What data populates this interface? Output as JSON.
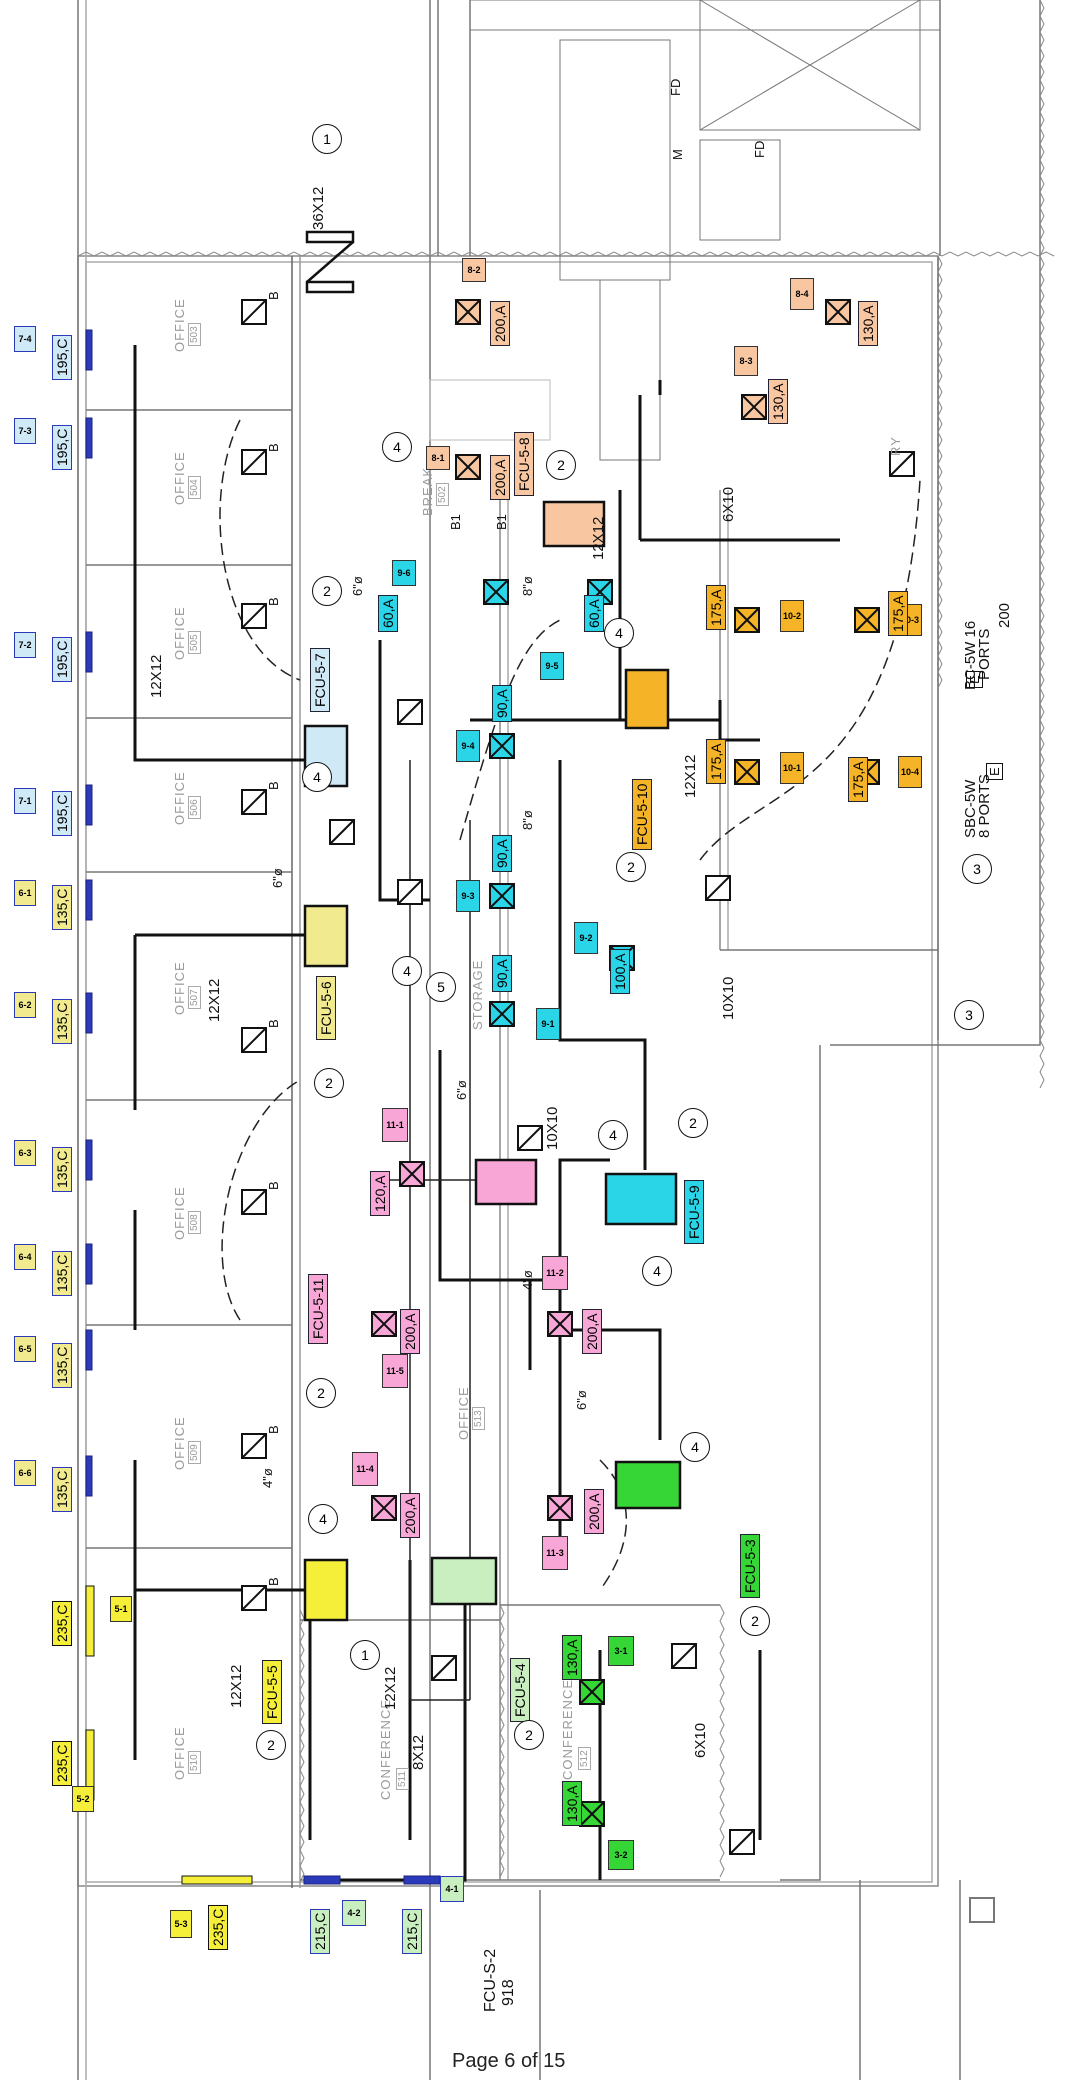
{
  "colors": {
    "yellow": "#f5ef3a",
    "cyan": "#2ad5e8",
    "light_blue": "#cfe9f7",
    "orange": "#f5b428",
    "peach": "#f8c7a2",
    "pink": "#f7a6d6",
    "green": "#35d635",
    "light_green": "#c9efc0",
    "khaki": "#f1ea8e",
    "duct_blue": "#2a3ab8"
  },
  "rooms": [
    {
      "label": "OFFICE",
      "number": "503"
    },
    {
      "label": "OFFICE",
      "number": "504"
    },
    {
      "label": "OFFICE",
      "number": "505"
    },
    {
      "label": "OFFICE",
      "number": "506"
    },
    {
      "label": "OFFICE",
      "number": "507"
    },
    {
      "label": "OFFICE",
      "number": "508"
    },
    {
      "label": "OFFICE",
      "number": "509"
    },
    {
      "label": "OFFICE",
      "number": "510"
    },
    {
      "label": "CONFERENCE",
      "number": "511"
    },
    {
      "label": "CONFERENCE",
      "number": "512"
    },
    {
      "label": "BREAK",
      "number": "502"
    },
    {
      "label": "STORAGE",
      "number": ""
    },
    {
      "label": "OFFICE",
      "number": "513"
    }
  ],
  "fcu_units": [
    {
      "name": "FCU-5-3",
      "color": "green"
    },
    {
      "name": "FCU-5-4",
      "color": "light_green"
    },
    {
      "name": "FCU-5-5",
      "color": "yellow"
    },
    {
      "name": "FCU-5-6",
      "color": "khaki"
    },
    {
      "name": "FCU-5-7",
      "color": "light_blue"
    },
    {
      "name": "FCU-5-8",
      "color": "peach"
    },
    {
      "name": "FCU-5-9",
      "color": "cyan"
    },
    {
      "name": "FCU-5-10",
      "color": "orange"
    },
    {
      "name": "FCU-5-11",
      "color": "pink"
    },
    {
      "name": "FCU-S-2",
      "color": "white"
    }
  ],
  "outlets": [
    {
      "tag": "7-4",
      "flow": "195,C",
      "color": "light_blue"
    },
    {
      "tag": "7-3",
      "flow": "195,C",
      "color": "light_blue"
    },
    {
      "tag": "7-2",
      "flow": "195,C",
      "color": "light_blue"
    },
    {
      "tag": "7-1",
      "flow": "195,C",
      "color": "light_blue"
    },
    {
      "tag": "6-1",
      "flow": "135,C",
      "color": "khaki"
    },
    {
      "tag": "6-2",
      "flow": "135,C",
      "color": "khaki"
    },
    {
      "tag": "6-3",
      "flow": "135,C",
      "color": "khaki"
    },
    {
      "tag": "6-4",
      "flow": "135,C",
      "color": "khaki"
    },
    {
      "tag": "6-5",
      "flow": "135,C",
      "color": "khaki"
    },
    {
      "tag": "6-6",
      "flow": "135,C",
      "color": "khaki"
    },
    {
      "tag": "5-1",
      "flow": "235,C",
      "color": "yellow"
    },
    {
      "tag": "5-2",
      "flow": "235,C",
      "color": "yellow"
    },
    {
      "tag": "5-3",
      "flow": "235,C",
      "color": "yellow"
    },
    {
      "tag": "4-2",
      "flow": "215,C",
      "color": "light_green"
    },
    {
      "tag": "4-1",
      "flow": "215,C",
      "color": "light_green"
    },
    {
      "tag": "8-2",
      "flow": "200,A",
      "color": "peach"
    },
    {
      "tag": "8-4",
      "flow": "130,A",
      "color": "peach"
    },
    {
      "tag": "8-3",
      "flow": "130,A",
      "color": "peach"
    },
    {
      "tag": "8-1",
      "flow": "200,A",
      "color": "peach"
    },
    {
      "tag": "9-6",
      "flow": "60,A",
      "color": "cyan"
    },
    {
      "tag": "9-5",
      "flow": "60,A",
      "color": "cyan"
    },
    {
      "tag": "9-4",
      "flow": "90,A",
      "color": "cyan"
    },
    {
      "tag": "9-3",
      "flow": "90,A",
      "color": "cyan"
    },
    {
      "tag": "9-2",
      "flow": "100,A",
      "color": "cyan"
    },
    {
      "tag": "9-1",
      "flow": "90,A",
      "color": "cyan"
    },
    {
      "tag": "10-2",
      "flow": "175,A",
      "color": "orange"
    },
    {
      "tag": "10-3",
      "flow": "175,A",
      "color": "orange"
    },
    {
      "tag": "10-1",
      "flow": "175,A",
      "color": "orange"
    },
    {
      "tag": "10-4",
      "flow": "175,A",
      "color": "orange"
    },
    {
      "tag": "11-1",
      "flow": "120,A",
      "color": "pink"
    },
    {
      "tag": "11-2",
      "flow": "200,A",
      "color": "pink"
    },
    {
      "tag": "11-5",
      "flow": "200,A",
      "color": "pink"
    },
    {
      "tag": "11-4",
      "flow": "200,A",
      "color": "pink"
    },
    {
      "tag": "11-3",
      "flow": "200,A",
      "color": "pink"
    },
    {
      "tag": "3-1",
      "flow": "130,A",
      "color": "green"
    },
    {
      "tag": "3-2",
      "flow": "130,A",
      "color": "green"
    }
  ],
  "duct_sizes": [
    "36X12",
    "12X12",
    "12X12",
    "12X12",
    "12X12",
    "12X12",
    "12X12",
    "6X10",
    "6X10",
    "10X10",
    "10X10",
    "8X12"
  ],
  "pipe_sizes": [
    "6\"ø",
    "6\"ø",
    "8\"ø",
    "8\"ø",
    "6\"ø",
    "4\"ø",
    "6\"ø",
    "4\"ø"
  ],
  "bubbles": [
    "1",
    "2",
    "3",
    "4",
    "5"
  ],
  "other_labels": {
    "fd_1": "FD",
    "fd_2": "FD",
    "m_1": "M",
    "b": "B",
    "b1": "B1",
    "e": "E",
    "sbc": "SBC-5W",
    "sbc_ports": "8 PORTS",
    "bc": "BC-5W 16",
    "bc_ports": "PORTS",
    "bc_num": "200",
    "fcu_s2_num": "918",
    "dry": "RY"
  },
  "footer": "Page 6 of 15"
}
